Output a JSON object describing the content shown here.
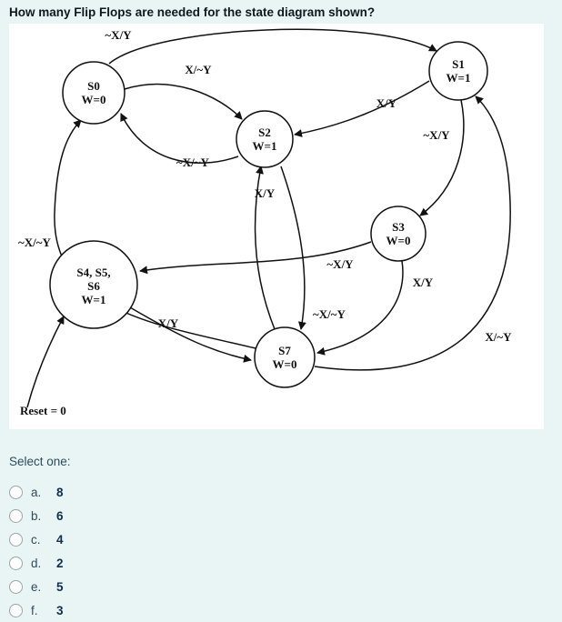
{
  "question": {
    "title": "How many Flip Flops are needed for the state diagram shown?"
  },
  "diagram": {
    "states": [
      {
        "name": "S0",
        "w": "W=0"
      },
      {
        "name": "S1",
        "w": "W=1"
      },
      {
        "name": "S2",
        "w": "W=1"
      },
      {
        "name": "S3",
        "w": "W=0"
      },
      {
        "name": "S4, S5,",
        "name2": "S6",
        "w": "W=1"
      },
      {
        "name": "S7",
        "w": "W=0"
      }
    ],
    "edge_labels": [
      "~X/Y",
      "X/~Y",
      "X/Y",
      "~X/Y",
      "~X/~Y",
      "X/Y",
      "~X/~Y",
      "~X/Y",
      "~X/~Y",
      "X/Y",
      "X/~Y",
      "X/Y"
    ],
    "reset_label": "Reset = 0"
  },
  "answer": {
    "prompt": "Select one:",
    "options": [
      {
        "letter": "a.",
        "value": "8"
      },
      {
        "letter": "b.",
        "value": "6"
      },
      {
        "letter": "c.",
        "value": "4"
      },
      {
        "letter": "d.",
        "value": "2"
      },
      {
        "letter": "e.",
        "value": "5"
      },
      {
        "letter": "f.",
        "value": "3"
      }
    ]
  },
  "colors": {
    "background": "#e9f5f4",
    "panel": "#ffffff",
    "ink": "#111111",
    "prompt_text": "#2f4b5c",
    "value_text": "#0f2e4c"
  }
}
